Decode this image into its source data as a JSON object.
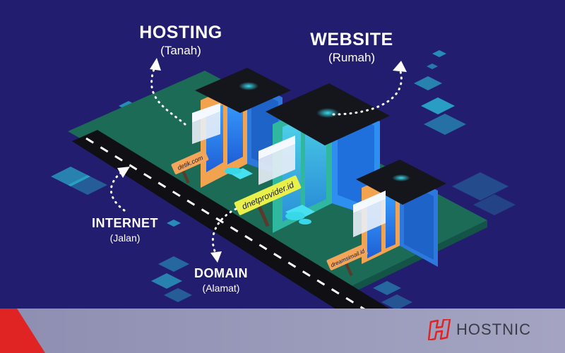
{
  "labels": {
    "hosting": {
      "title": "HOSTING",
      "subtitle": "(Tanah)"
    },
    "website": {
      "title": "WEBSITE",
      "subtitle": "(Rumah)"
    },
    "internet": {
      "title": "INTERNET",
      "subtitle": "(Jalan)"
    },
    "domain": {
      "title": "DOMAIN",
      "subtitle": "(Alamat)"
    }
  },
  "signs": {
    "left": "detik.com",
    "center": "dnetprovider.id",
    "right": "dreamsimail.id"
  },
  "logo": {
    "text": "HOSTNIC",
    "icon": "hostnic-logo-icon"
  },
  "colors": {
    "background": "#221d6e",
    "ground": "#1b6b57",
    "road": "#111111",
    "footer": "#8c8cae",
    "footer_accent": "#e02424",
    "house_blue": "#2d7fe0",
    "house_orange": "#f5a04a",
    "house_teal": "#2fb7a0",
    "sign_yellow": "#e9f04a"
  }
}
